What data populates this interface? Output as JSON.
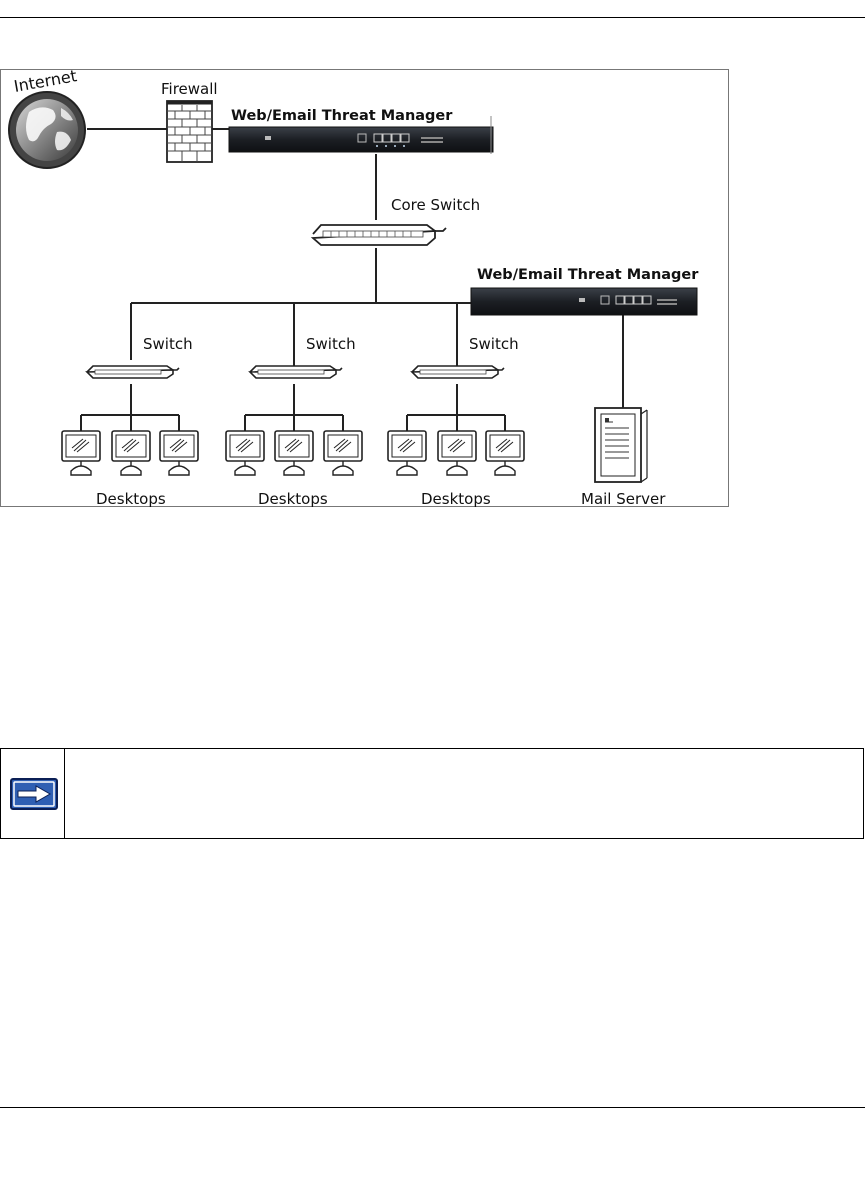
{
  "diagram": {
    "labels": {
      "internet": "Internet",
      "firewall": "Firewall",
      "threat_manager_top": "Web/Email Threat Manager",
      "core_switch": "Core Switch",
      "threat_manager_right": "Web/Email Threat Manager",
      "switches": [
        "Switch",
        "Switch",
        "Switch"
      ],
      "desktops": [
        "Desktops",
        "Desktops",
        "Desktops"
      ],
      "mail_server": "Mail Server"
    }
  },
  "note": {
    "icon": "right-arrow-icon",
    "text": ""
  },
  "colors": {
    "rule": "#000000",
    "appliance_body": "#1c1f24",
    "note_arrow": "#2f5fb3"
  }
}
